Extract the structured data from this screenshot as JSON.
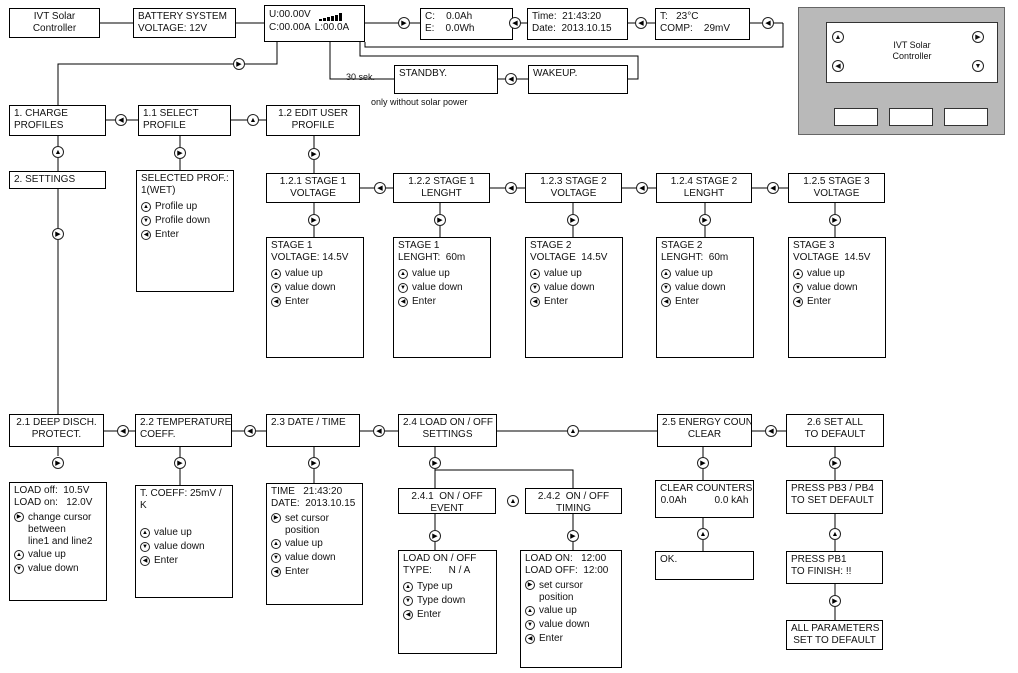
{
  "device": {
    "title": "IVT Solar\nController"
  },
  "top": {
    "ivt": "IVT Solar\nController",
    "battery": "BATTERY SYSTEM\nVOLTAGE: 12V",
    "uc_line1": "U:00.00V",
    "uc_line2": "C:00.00A",
    "uc_load": "L:00.0A",
    "ce_line1": "C:    0.0Ah",
    "ce_line2": "E:    0.0Wh",
    "timedate_line1": "Time:  21:43:20",
    "timedate_line2": "Date:  2013.10.15",
    "tcomp_line1": "T:   23°C",
    "tcomp_line2": "COMP:    29mV",
    "delay": "30 sek.",
    "standby": "STANDBY.",
    "wakeup": "WAKEUP.",
    "note": "only without solar power"
  },
  "menu": {
    "charge_profiles": "1. CHARGE\nPROFILES",
    "settings": "2. SETTINGS",
    "select_profile": "1.1 SELECT\nPROFILE",
    "selected_prof": "SELECTED PROF.:\n1(WET)",
    "edit_user_profile": "1.2 EDIT USER\nPROFILE"
  },
  "profile_options": [
    "Profile up",
    "Profile down",
    "Enter"
  ],
  "value_options": [
    "value up",
    "value down",
    "Enter"
  ],
  "stages": [
    {
      "header": "1.2.1 STAGE 1\nVOLTAGE",
      "detail": "STAGE 1\nVOLTAGE: 14.5V"
    },
    {
      "header": "1.2.2 STAGE 1\nLENGHT",
      "detail": "STAGE 1\nLENGHT:  60m"
    },
    {
      "header": "1.2.3 STAGE 2\nVOLTAGE",
      "detail": "STAGE 2\nVOLTAGE  14.5V"
    },
    {
      "header": "1.2.4 STAGE 2\nLENGHT",
      "detail": "STAGE 2\nLENGHT:  60m"
    },
    {
      "header": "1.2.5 STAGE 3\nVOLTAGE",
      "detail": "STAGE 3\nVOLTAGE  14.5V"
    }
  ],
  "settings": {
    "deep_disch": "2.1 DEEP DISCH.\nPROTECT.",
    "load_values": "LOAD off:  10.5V\nLOAD on:   12.0V",
    "deep_options": [
      "change cursor\nbetween\nline1 and line2",
      "value up",
      "value down"
    ],
    "temp_coeff": "2.2 TEMPERATURE\nCOEFF.",
    "tcoeff_value": "T. COEFF:  25mV / K",
    "temp_options": [
      "value up",
      "value down",
      "Enter"
    ],
    "date_time": "2.3 DATE / TIME",
    "datetime_value": "TIME   21:43:20\nDATE:  2013.10.15",
    "date_options": [
      "set cursor\nposition",
      "value up",
      "value down",
      "Enter"
    ],
    "load_onoff": "2.4 LOAD ON / OFF\nSETTINGS",
    "onoff_event": "2.4.1  ON / OFF\nEVENT",
    "event_value": "LOAD ON / OFF\nTYPE:      N / A",
    "event_options": [
      "Type up",
      "Type down",
      "Enter"
    ],
    "onoff_timing": "2.4.2  ON / OFF\nTIMING",
    "timing_value": "LOAD ON:   12:00\nLOAD OFF:  12:00",
    "timing_options": [
      "set cursor\nposition",
      "value up",
      "value down",
      "Enter"
    ],
    "energy_count": "2.5 ENERGY COUNT\nCLEAR",
    "clear_counters": "CLEAR COUNTERS\n0.0Ah          0.0 kAh",
    "ok": "OK.",
    "set_all": "2.6 SET ALL\nTO DEFAULT",
    "press_pb3": "PRESS PB3 / PB4\nTO SET DEFAULT",
    "press_pb1": "PRESS PB1\nTO FINISH: !!",
    "all_params": "ALL PARAMETERS\nSET TO DEFAULT"
  }
}
